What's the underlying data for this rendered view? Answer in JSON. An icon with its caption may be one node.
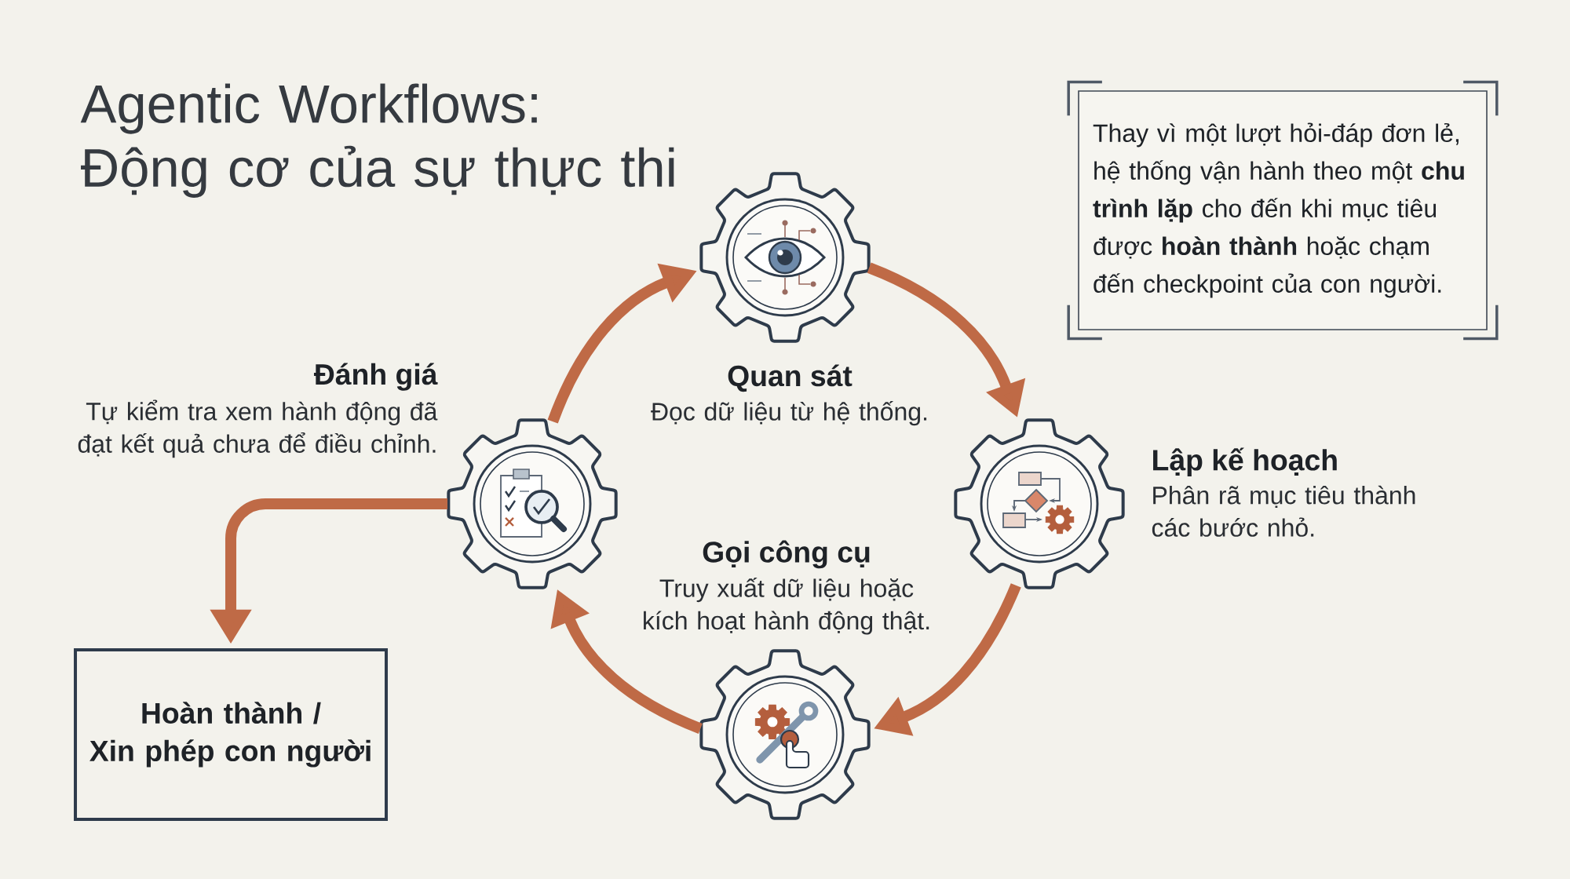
{
  "diagram": {
    "title": "Agentic Workflows: Động cơ của sự thực thi",
    "nodes": [
      {
        "text": [
          "Thay vì một lượt hỏi-đáp đơn lẻ, hệ thống vận hành theo một **chu trình lặp** cho đến khi mục tiêu được **hoàn thành** hoặc chạm đến checkpoint của con người."
        ]
      },
      {
        "text": [],
        "shape": "gear",
        "beside": [
          "Quan sát",
          "Đọc dữ liệu từ hệ thống."
        ]
      },
      {
        "text": [],
        "shape": "gear",
        "beside": [
          "Lập kế hoạch",
          "Phân rã mục tiêu thành các bước nhỏ."
        ]
      },
      {
        "text": [],
        "shape": "gear",
        "beside": [
          "Gọi công cụ",
          "Truy xuất dữ liệu hoặc kích hoạt hành động thật."
        ]
      },
      {
        "text": [],
        "shape": "gear",
        "beside": [
          "Đánh giá",
          "Tự kiểm tra xem hành động đã đạt kết quả chưa để điều chỉnh."
        ]
      },
      {
        "text": [
          "Hoàn thành / Xin phép con người"
        ]
      }
    ],
    "edges": [
      {
        "from": 1,
        "to": 2,
        "arrow": "to"
      },
      {
        "from": 2,
        "to": 3,
        "arrow": "to"
      },
      {
        "from": 3,
        "to": 4,
        "arrow": "to"
      },
      {
        "from": 4,
        "to": 1,
        "arrow": "to"
      },
      {
        "from": 4,
        "to": 5,
        "arrow": "to"
      }
    ]
  }
}
